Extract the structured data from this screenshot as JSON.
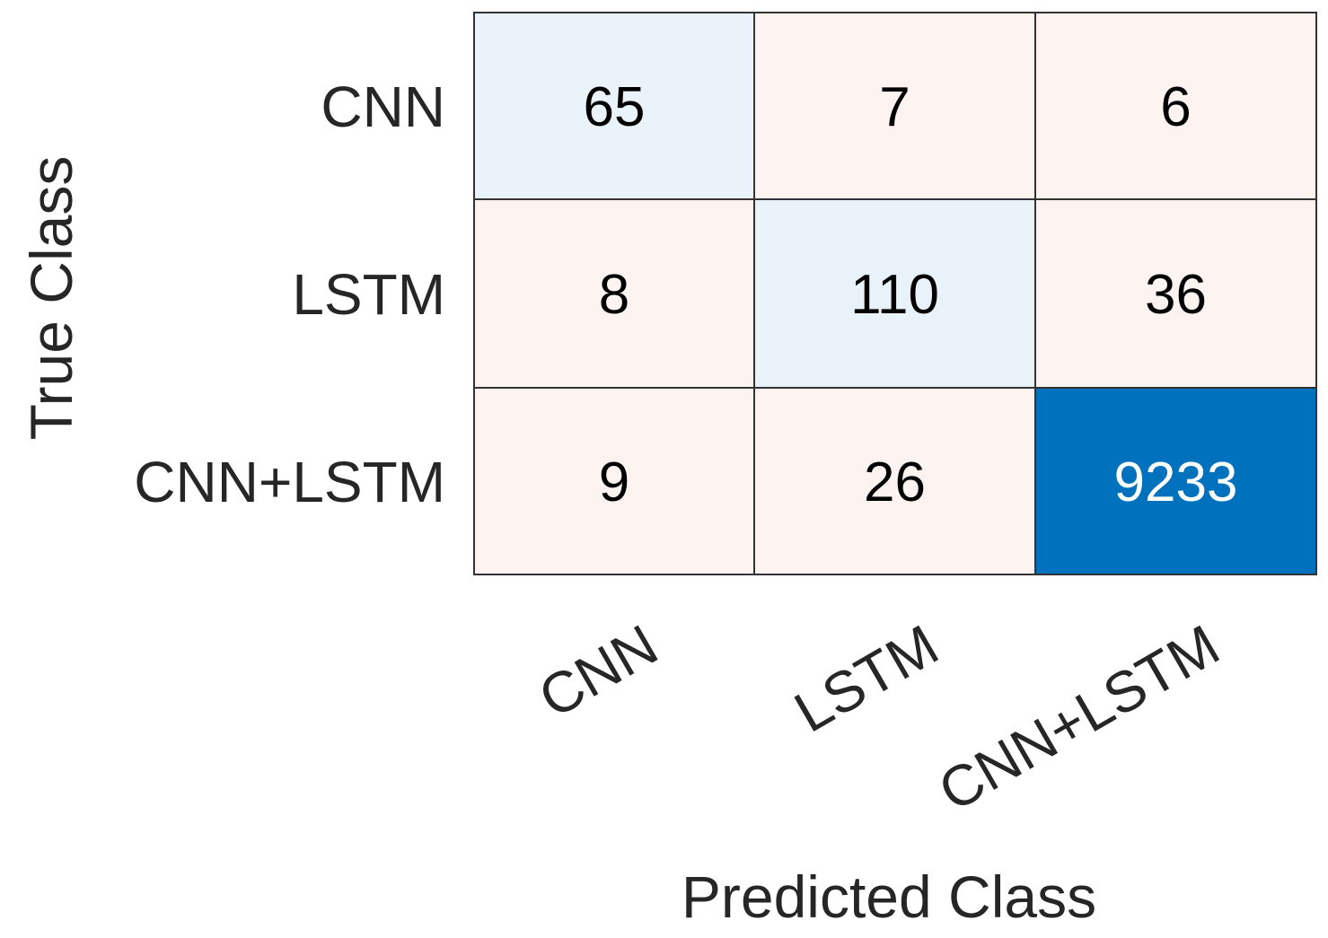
{
  "chart_data": {
    "type": "heatmap",
    "title": "",
    "xlabel": "Predicted Class",
    "ylabel": "True Class",
    "x_categories": [
      "CNN",
      "LSTM",
      "CNN+LSTM"
    ],
    "y_categories": [
      "CNN",
      "LSTM",
      "CNN+LSTM"
    ],
    "values": [
      [
        65,
        7,
        6
      ],
      [
        8,
        110,
        36
      ],
      [
        9,
        26,
        9233
      ]
    ],
    "colors": {
      "diagonal_max": "#0072bd",
      "diagonal_low": "#ecf4f9",
      "off_diagonal": "#fdf3f0",
      "border": "#333333",
      "text_dark": "#000000",
      "text_light": "#ffffff"
    }
  }
}
